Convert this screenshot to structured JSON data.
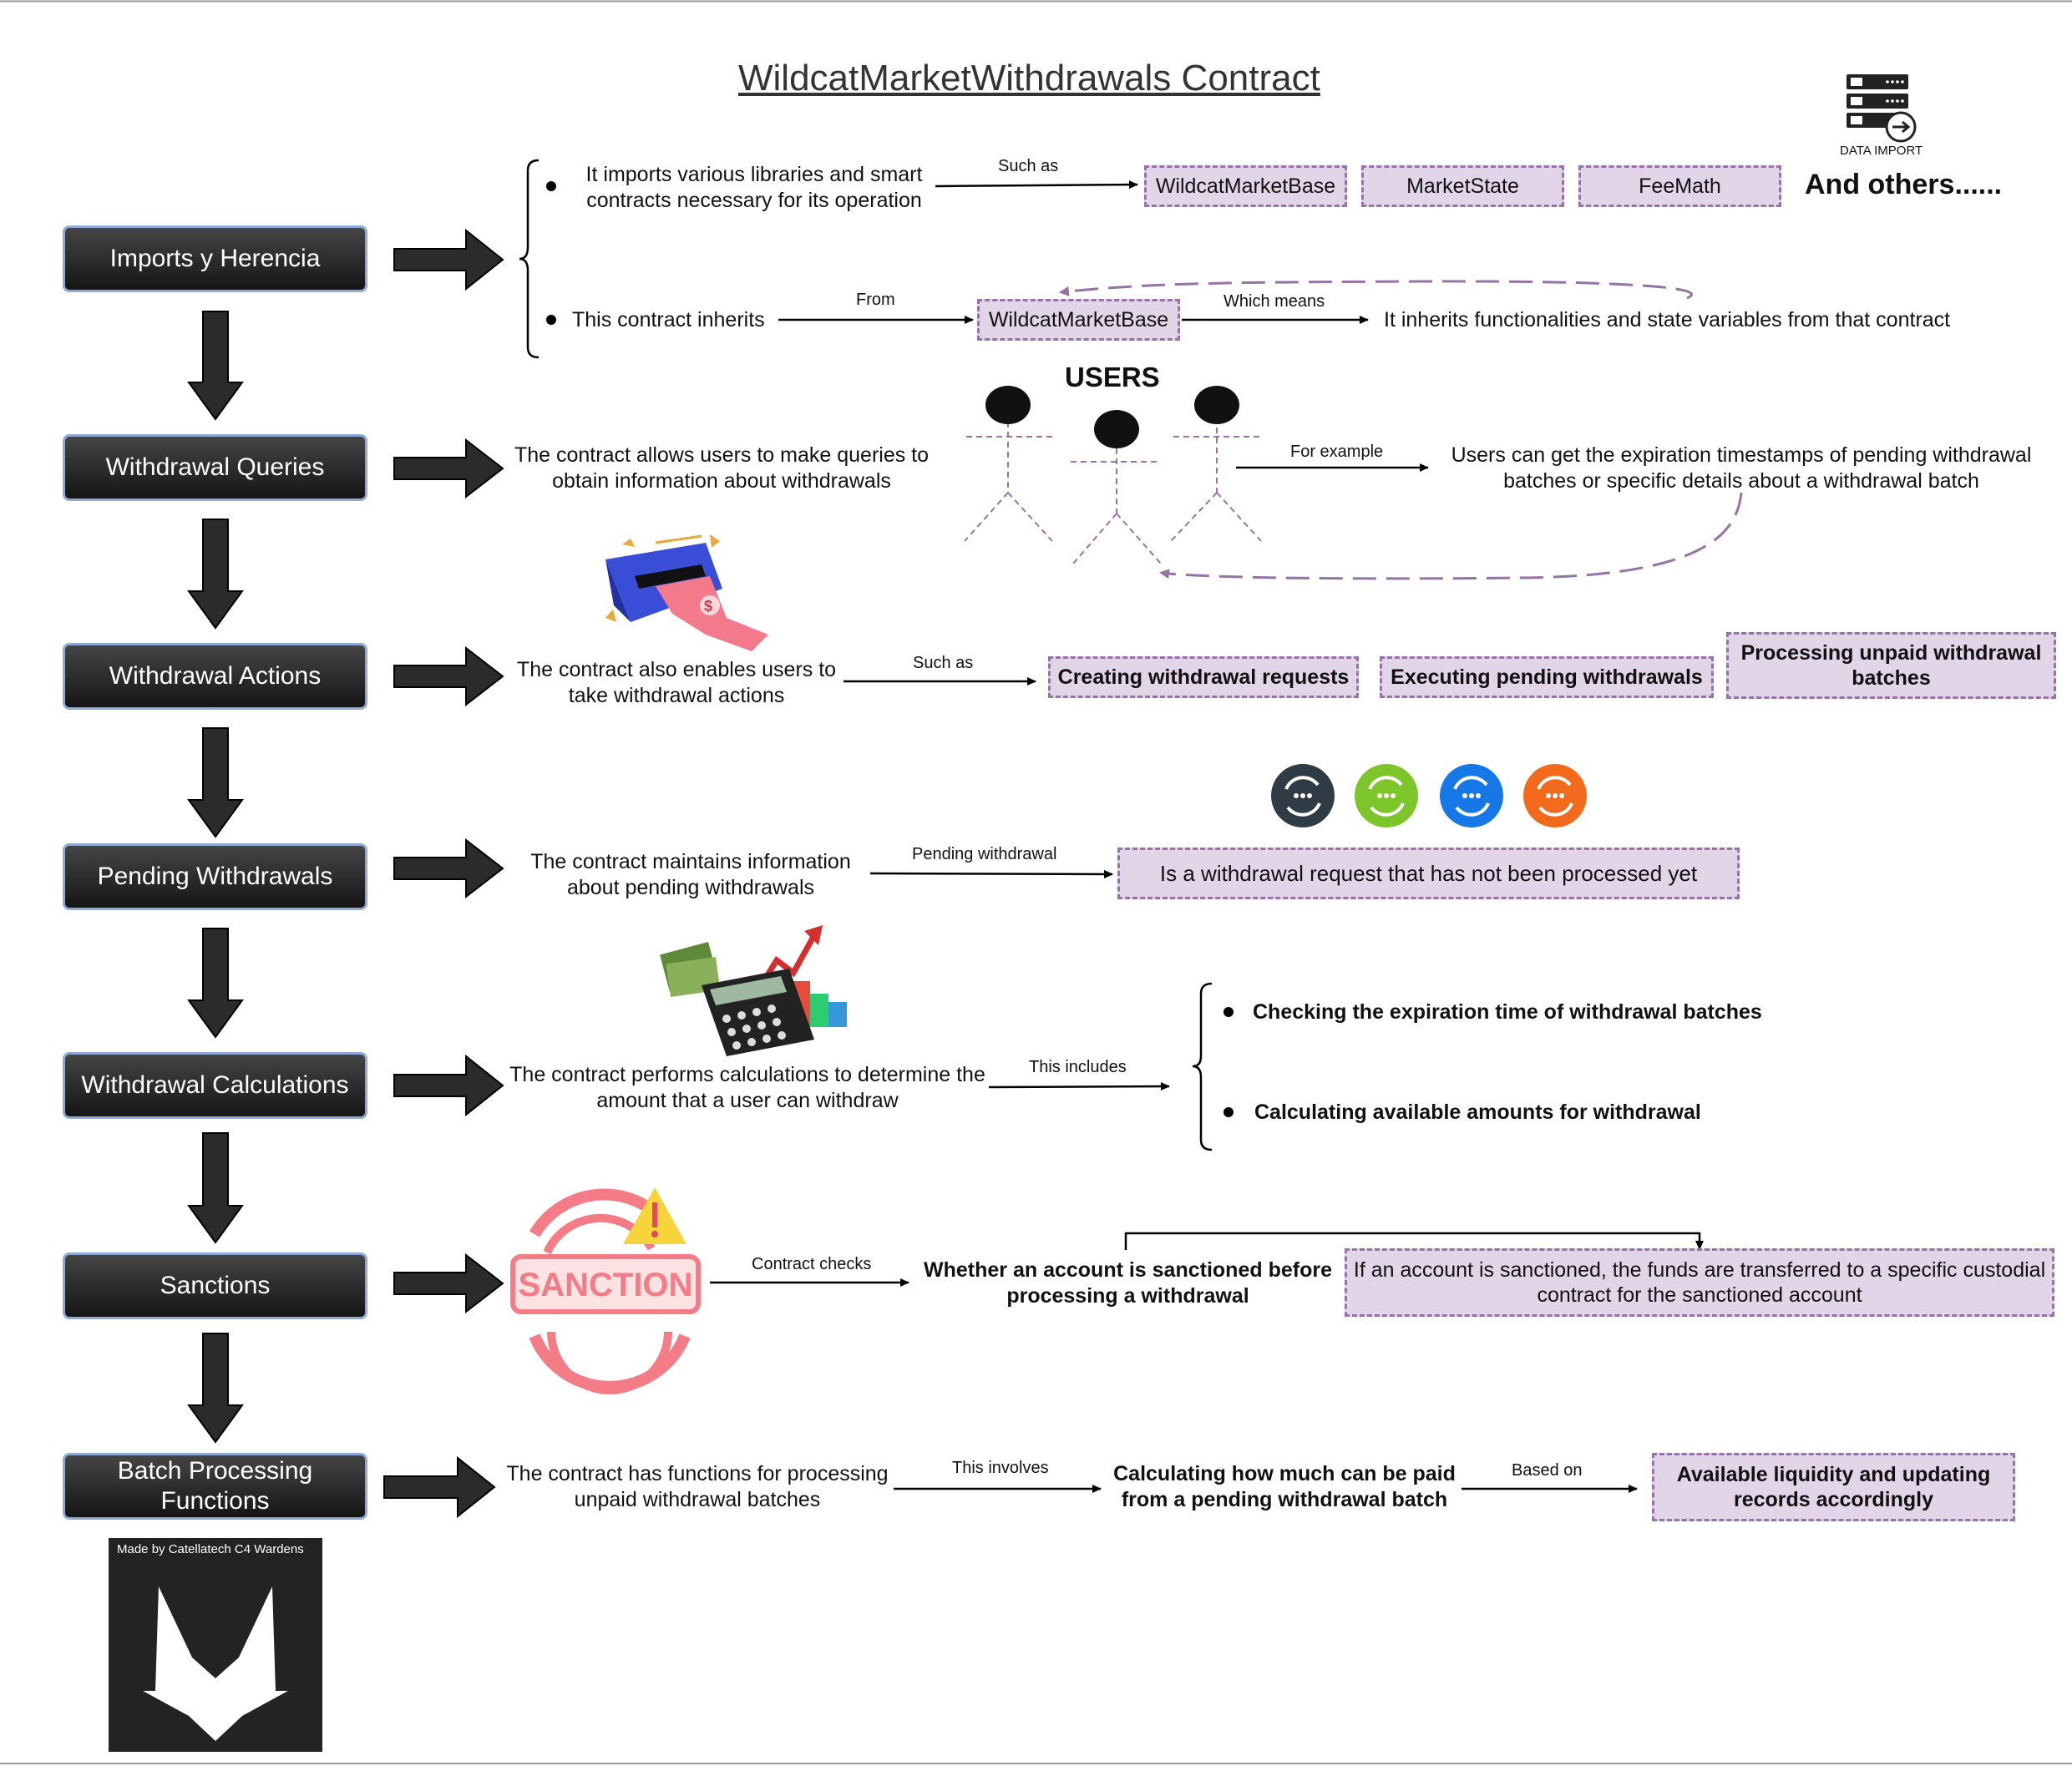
{
  "title": "WildcatMarketWithdrawals Contract",
  "data_import_label": "DATA IMPORT",
  "and_others": "And others......",
  "users_label": "USERS",
  "sanction_word": "SANCTION",
  "credit": "Made by Catellatech C4 Wardens",
  "steps": [
    "Imports y Herencia",
    "Withdrawal Queries",
    "Withdrawal Actions",
    "Pending Withdrawals",
    "Withdrawal Calculations",
    "Sanctions",
    "Batch Processing Functions"
  ],
  "edge_labels": {
    "such_as_1": "Such as",
    "from": "From",
    "which_means": "Which means",
    "for_example": "For example",
    "such_as_2": "Such as",
    "pending_withdrawal": "Pending withdrawal",
    "this_includes": "This includes",
    "contract_checks": "Contract checks",
    "this_involves": "This involves",
    "based_on": "Based on"
  },
  "boxes": {
    "wildcat_market_base": "WildcatMarketBase",
    "market_state": "MarketState",
    "fee_math": "FeeMath",
    "inherit_base": "WildcatMarketBase",
    "creating": "Creating withdrawal requests",
    "executing": "Executing pending withdrawals",
    "processing": "Processing unpaid withdrawal batches",
    "pending_def": "Is a withdrawal request that has not been processed yet",
    "sanctioned_def": "If an account is sanctioned, the funds are transferred to a specific custodial contract for the sanctioned account",
    "liquidity": "Available liquidity and updating records accordingly"
  },
  "texts": {
    "imports_desc": "It imports various libraries and smart contracts necessary for its operation",
    "inherits_desc": "This contract inherits",
    "inherits_meaning": "It inherits functionalities and state variables from that contract",
    "queries_desc": "The contract allows users to make queries to obtain information about withdrawals",
    "queries_example": "Users can get the expiration timestamps of pending withdrawal batches or specific details about a withdrawal batch",
    "actions_desc": "The contract also enables users to take withdrawal actions",
    "pending_desc": "The contract maintains information about pending withdrawals",
    "calc_desc": "The contract performs calculations to determine the amount that a user can withdraw",
    "calc_item1": "Checking the expiration time of withdrawal batches",
    "calc_item2": "Calculating available amounts for withdrawal",
    "sanction_check": "Whether an account is sanctioned before processing a withdrawal",
    "batch_desc": "The contract has functions for processing unpaid withdrawal batches",
    "batch_calc": "Calculating how much can be paid from a pending withdrawal batch"
  },
  "colors": {
    "pill_top": "#454545",
    "pill_bottom": "#151515",
    "pill_border": "#8ea9d6",
    "box_fill": "#e1d5e7",
    "box_border": "#9673a6",
    "sanction": "#f47c86",
    "warning": "#f7d43c",
    "icon_dark": "#2f3b45",
    "icon_green": "#7cc62a",
    "icon_blue": "#1578e6",
    "icon_orange": "#f26a1b"
  }
}
